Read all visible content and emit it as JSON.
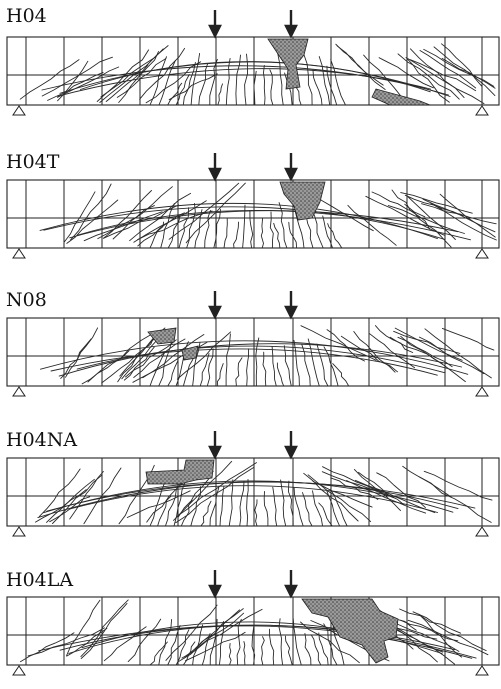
{
  "beams": [
    {
      "label": "H04"
    },
    {
      "label": "H04T"
    },
    {
      "label": "N08"
    },
    {
      "label": "H04NA"
    },
    {
      "label": "H04LA"
    }
  ]
}
